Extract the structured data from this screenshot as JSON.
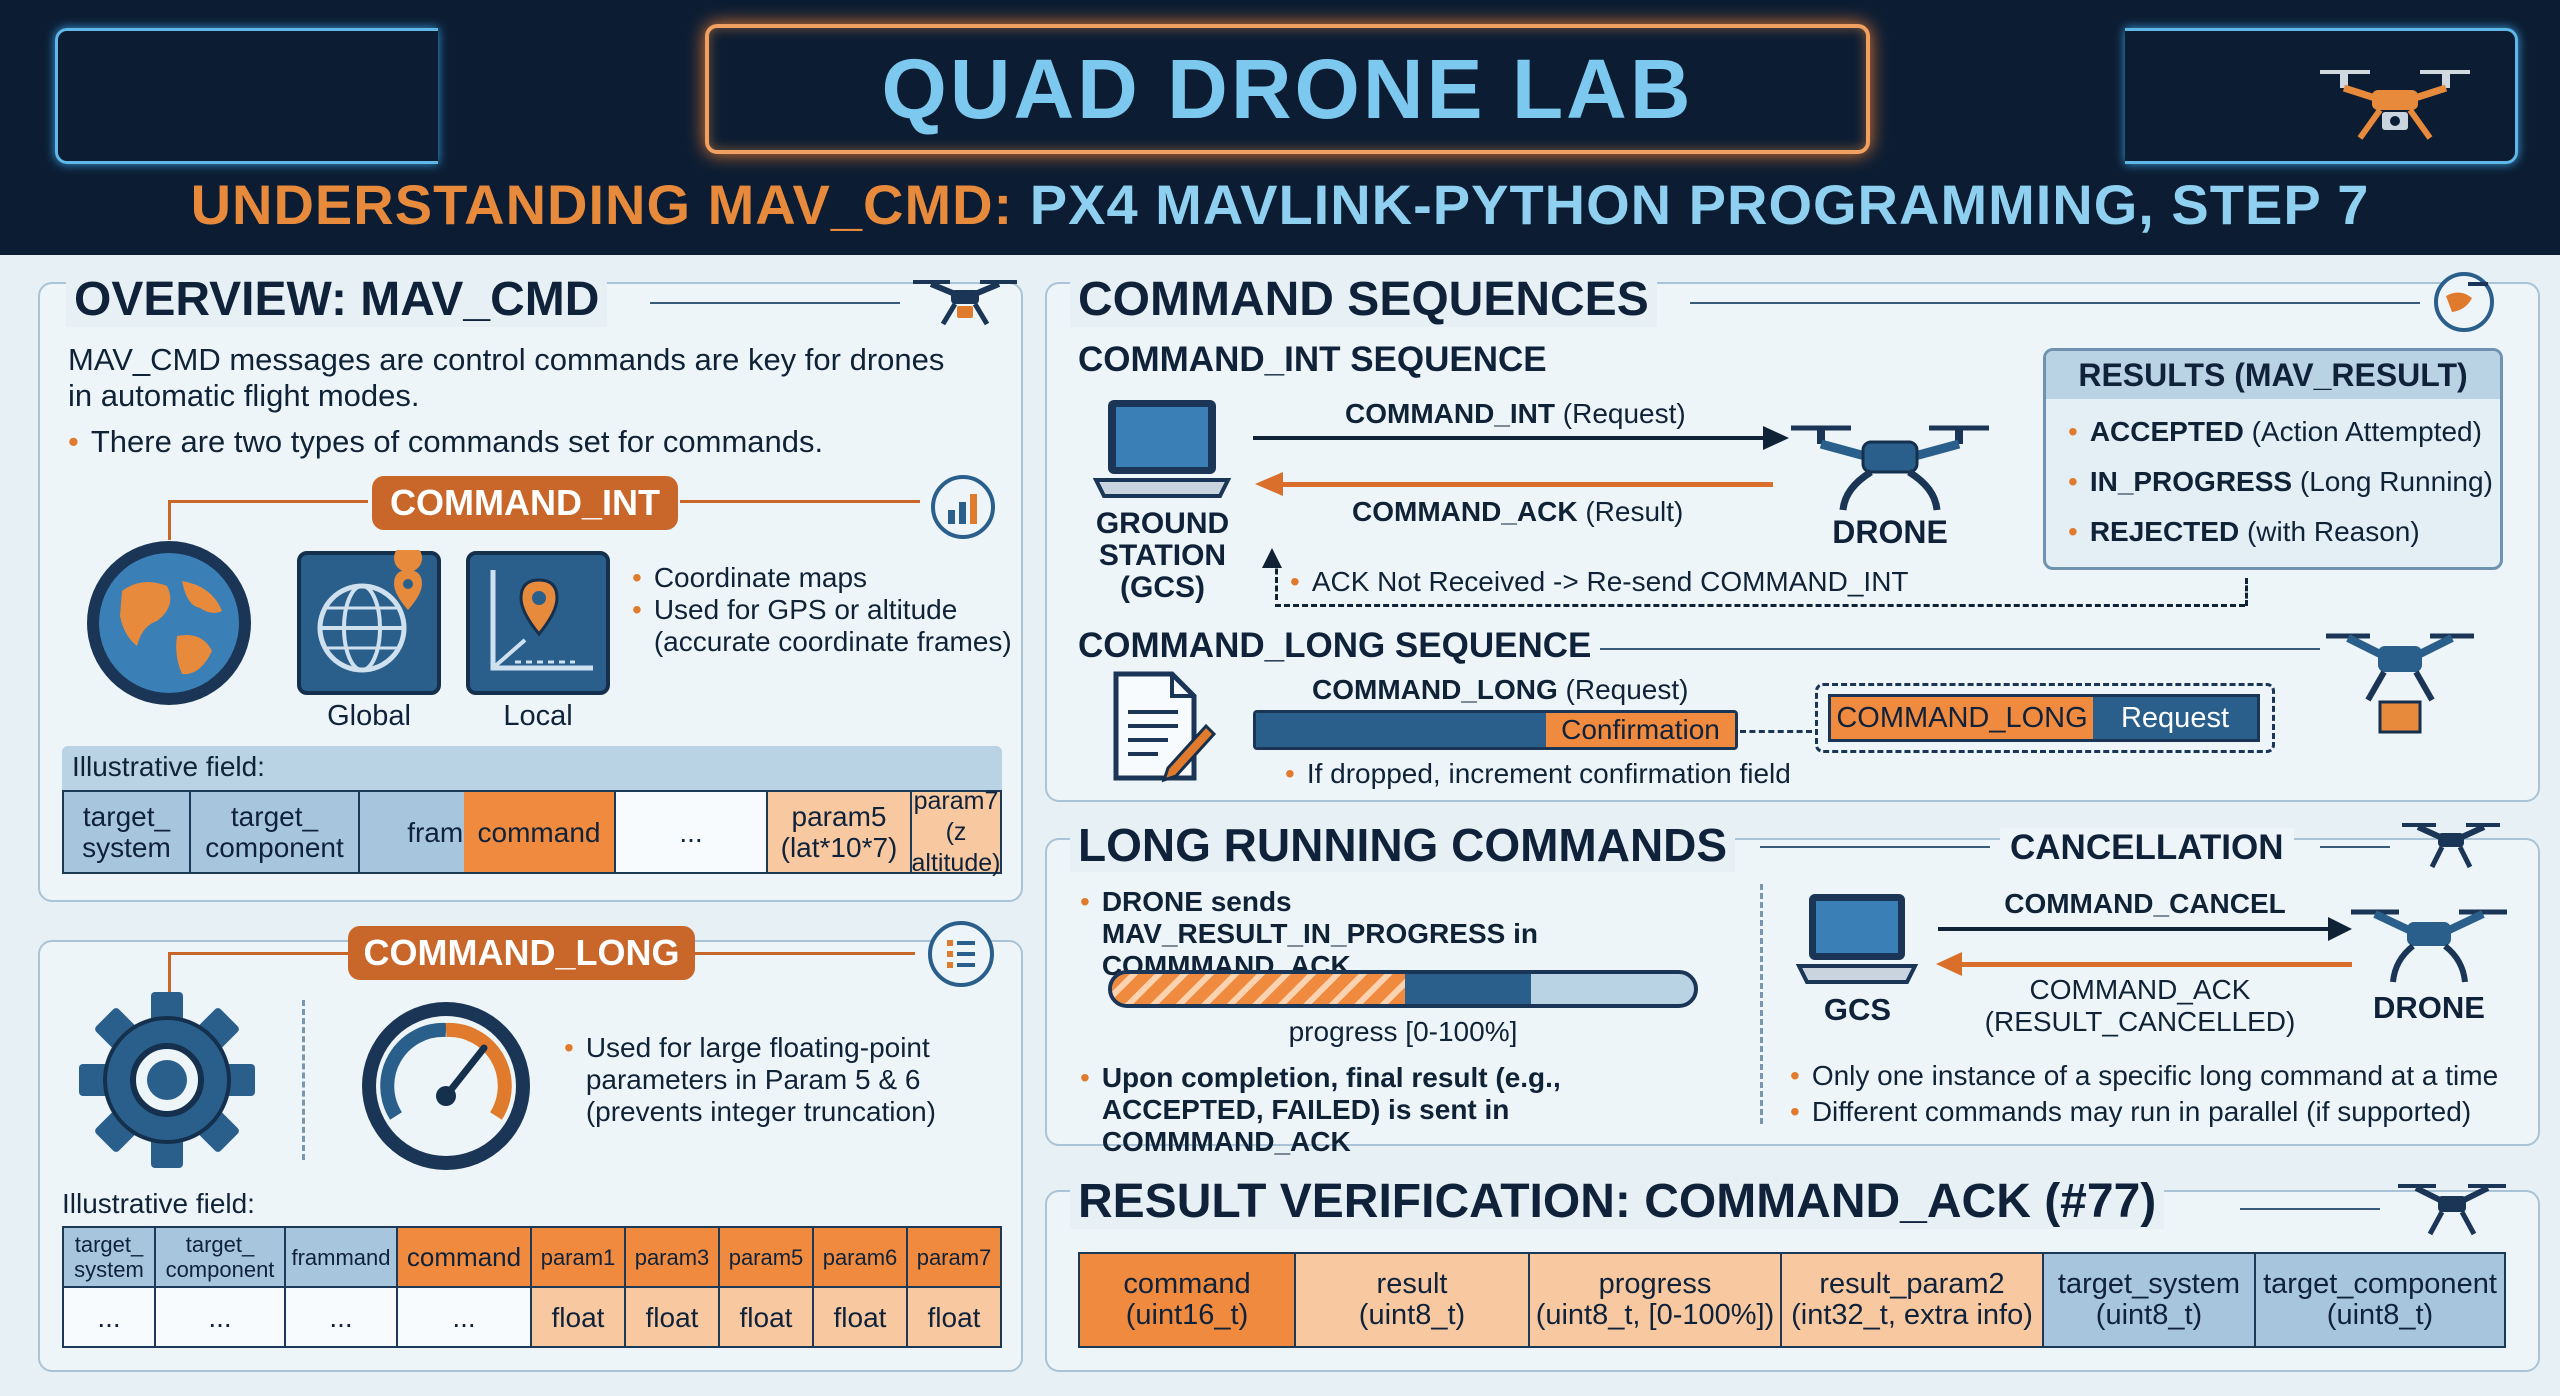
{
  "header": {
    "title": "QUAD DRONE LAB",
    "subtitle_part1": "UNDERSTANDING MAV_CMD:",
    "subtitle_part2": "PX4 MAVLINK-PYTHON PROGRAMMING, STEP 7"
  },
  "overview": {
    "title": "OVERVIEW: MAV_CMD",
    "intro": "MAV_CMD messages are control commands are key for drones in automatic flight modes.",
    "bullet": "There are two types of commands set for commands."
  },
  "command_int": {
    "pill": "COMMAND_INT",
    "icon_labels": [
      "Global",
      "Local"
    ],
    "bullets": [
      "Coordinate maps",
      "Used for GPS or altitude (accurate coordinate frames)"
    ],
    "field_label": "Illustrative field:",
    "fields": [
      "target_ system",
      "target_ component",
      "frame",
      "command",
      "...",
      "param5 (lat*10*7)",
      "param7 (z altitude)"
    ]
  },
  "command_long": {
    "pill": "COMMAND_LONG",
    "bullet": "Used for large floating-point parameters in Param 5 & 6 (prevents integer truncation)",
    "field_label": "Illustrative field:",
    "headers": [
      "target_ system",
      "target_ component",
      "frammand",
      "command",
      "param1",
      "param3",
      "param5",
      "param6",
      "param7"
    ],
    "values": [
      "...",
      "...",
      "...",
      "...",
      "float",
      "float",
      "float",
      "float",
      "float"
    ]
  },
  "sequences": {
    "title": "COMMAND SEQUENCES",
    "int_title": "COMMAND_INT SEQUENCE",
    "gcs_label": "GROUND STATION (GCS)",
    "drone_label": "DRONE",
    "request_bold": "COMMAND_INT",
    "request_rest": " (Request)",
    "ack_bold": "COMMAND_ACK",
    "ack_rest": " (Result)",
    "resend_note": "ACK Not Received -> Re-send COMMAND_INT",
    "results_title": "RESULTS (MAV_RESULT)",
    "results": [
      {
        "name": "ACCEPTED",
        "desc": " (Action Attempted)"
      },
      {
        "name": "IN_PROGRESS",
        "desc": " (Long Running)"
      },
      {
        "name": "REJECTED",
        "desc": " (with Reason)"
      }
    ],
    "long_title": "COMMAND_LONG SEQUENCE",
    "long_request_bold": "COMMAND_LONG",
    "long_request_rest": " (Request)",
    "confirmation": "Confirmation",
    "tag_left": "COMMAND_LONG",
    "tag_right": "Request",
    "dropped_note": "If dropped, increment confirmation field"
  },
  "long_running": {
    "title": "LONG RUNNING COMMANDS",
    "bullet1": "DRONE sends MAV_RESULT_IN_PROGRESS in COMMMAND_ACK",
    "progress_fraction": 0.72,
    "progress_label": "progress [0-100%]",
    "bullet2": "Upon completion, final result (e.g., ACCEPTED, FAILED) is sent in COMMMAND_ACK",
    "cancel_title": "CANCELLATION",
    "cancel_cmd": "COMMAND_CANCEL",
    "cancel_ack": "COMMAND_ACK (RESULT_CANCELLED)",
    "gcs_label": "GCS",
    "drone_label": "DRONE",
    "note1": "Only one instance of a specific long command at a time",
    "note2": "Different commands may run in parallel (if supported)"
  },
  "verification": {
    "title": "RESULT VERIFICATION: COMMAND_ACK (#77)",
    "fields": [
      {
        "name": "command",
        "type": "(uint16_t)"
      },
      {
        "name": "result",
        "type": "(uint8_t)"
      },
      {
        "name": "progress",
        "type": "(uint8_t, [0-100%])"
      },
      {
        "name": "result_param2",
        "type": "(int32_t, extra info)"
      },
      {
        "name": "target_system",
        "type": "(uint8_t)"
      },
      {
        "name": "target_component",
        "type": "(uint8_t)"
      }
    ]
  },
  "colors": {
    "navy": "#0c1d33",
    "accent_orange": "#e07b2e",
    "accent_blue": "#2a5f8c",
    "panel_bg": "#eef5f9"
  }
}
